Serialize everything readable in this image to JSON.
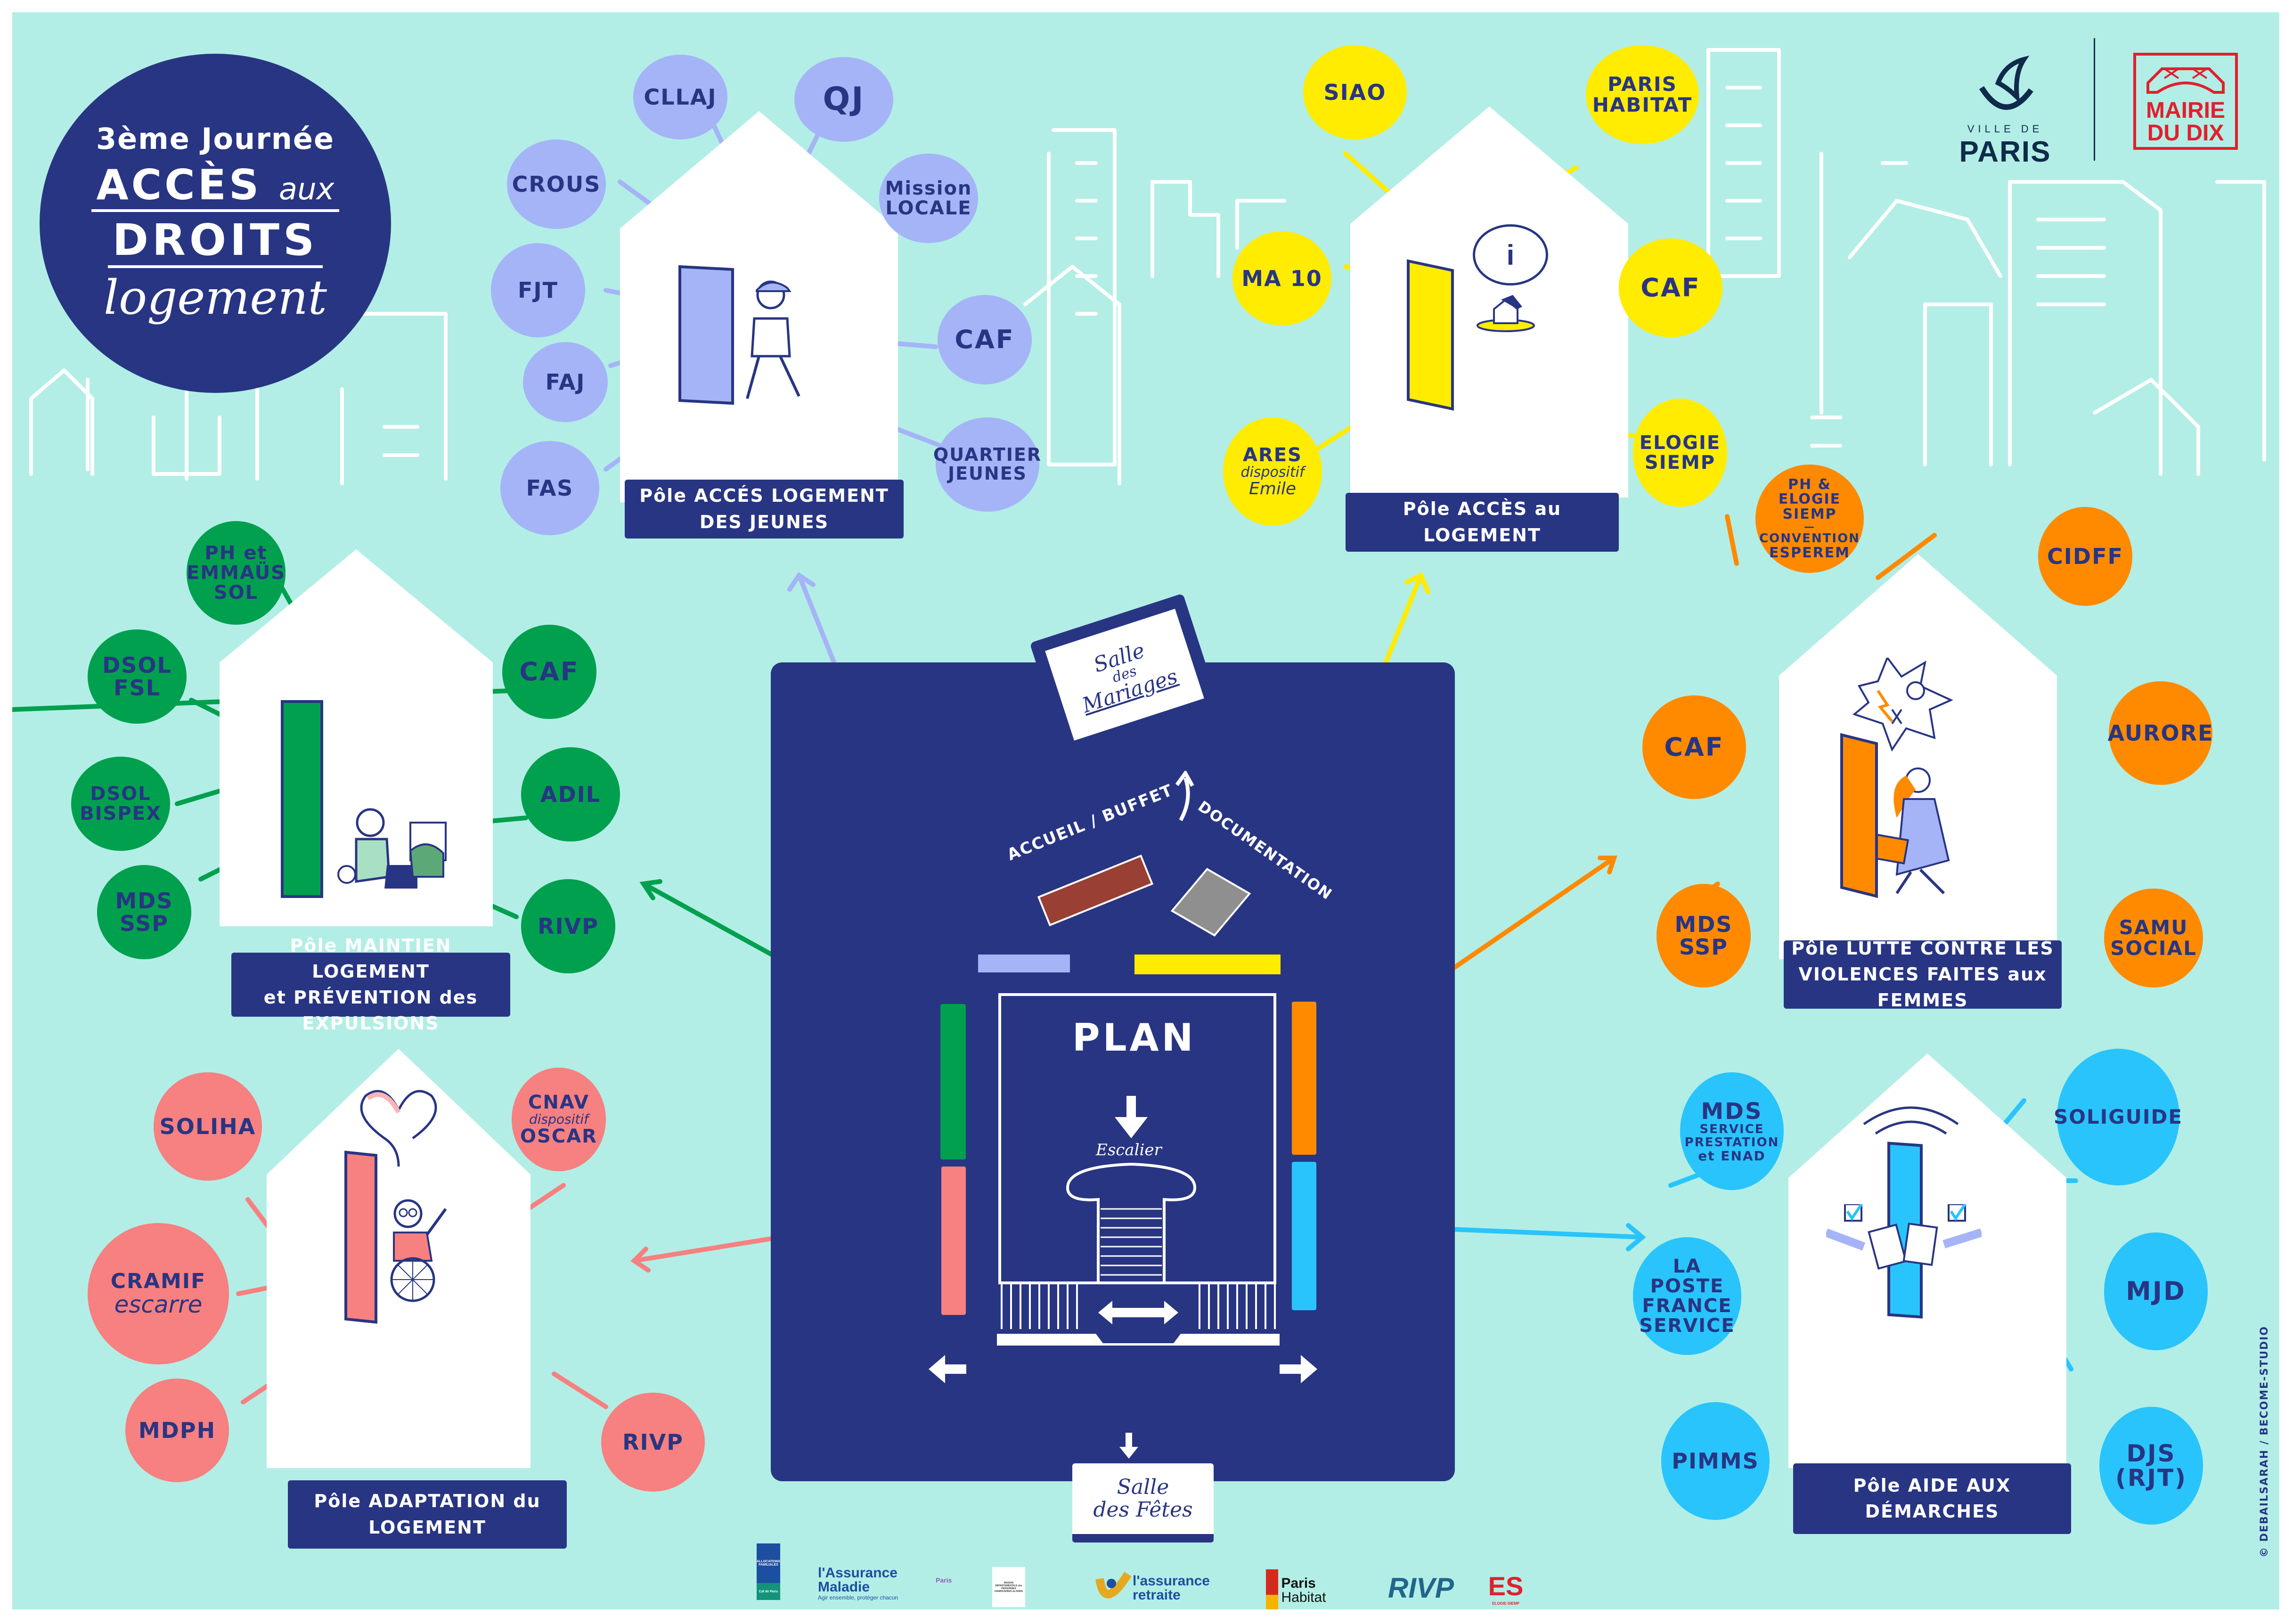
{
  "title": {
    "line1": "3ème Journée",
    "line2_main": "ACCÈS",
    "line2_small": "aux",
    "line3": "DROITS",
    "line4": "logement"
  },
  "header_logos": {
    "ville_de_paris_small": "VILLE DE",
    "ville_de_paris_big": "PARIS",
    "mairie_line1": "MAIRIE",
    "mairie_line2": "DU DIX"
  },
  "colors": {
    "background": "#b2eee6",
    "navy": "#283583",
    "jeunes": "#a5b4f7",
    "acces": "#ffec00",
    "maintien": "#00a04f",
    "adaptation": "#f78080",
    "violences": "#ff8a00",
    "demarches": "#29c4fb"
  },
  "poles": [
    {
      "id": "jeunes",
      "label_line1": "Pôle ACCÉS LOGEMENT",
      "label_line2": "DES JEUNES",
      "partners": [
        "CLLAJ",
        "QJ",
        "CROUS",
        "Mission LOCALE",
        "FJT",
        "CAF",
        "FAJ",
        "QUARTIER JEUNES",
        "FAS"
      ]
    },
    {
      "id": "acces",
      "label_line1": "Pôle ACCÈS au LOGEMENT",
      "label_line2": "",
      "partners": [
        "SIAO",
        "PARIS HABITAT",
        "MA 10",
        "CAF",
        "ARES dispositif Emile",
        "ELOGIE SIEMP"
      ]
    },
    {
      "id": "maintien",
      "label_line1": "Pôle MAINTIEN LOGEMENT",
      "label_line2": "et PRÉVENTION des EXPULSIONS",
      "partners": [
        "PH et EMMAÜS SOL",
        "DSOL FSL",
        "CAF",
        "DSOL BISPEX",
        "ADIL",
        "MDS SSP",
        "RIVP"
      ]
    },
    {
      "id": "adaptation",
      "label_line1": "Pôle ADAPTATION du",
      "label_line2": "LOGEMENT",
      "partners": [
        "SOLIHA",
        "CNAV dispositif OSCAR",
        "CRAMIF escarre",
        "MDPH",
        "RIVP"
      ]
    },
    {
      "id": "violences",
      "label_line1": "Pôle LUTTE CONTRE LES",
      "label_line2": "VIOLENCES FAITES aux FEMMES",
      "partners": [
        "PH & ELOGIE SIEMP — CONVENTION ESPEREM",
        "CIDFF",
        "CAF",
        "AURORE",
        "MDS SSP",
        "SAMU SOCIAL"
      ]
    },
    {
      "id": "demarches",
      "label_line1": "Pôle AIDE AUX DÉMARCHES",
      "label_line2": "",
      "partners": [
        "MDS SERVICE PRESTATION et ENAD",
        "SOLIGUIDE",
        "LA POSTE FRANCE SERVICE",
        "MJD",
        "PIMMS",
        "DJS (RJT)"
      ]
    }
  ],
  "bubbles": {
    "cllaj": "CLLAJ",
    "qj": "QJ",
    "crous": "CROUS",
    "mission_l1": "Mission",
    "mission_l2": "LOCALE",
    "fjt": "FJT",
    "caf": "CAF",
    "faj": "FAJ",
    "quartier_l1": "QUARTIER",
    "quartier_l2": "JEUNES",
    "fas": "FAS",
    "siao": "SIAO",
    "ph_l1": "PARIS",
    "ph_l2": "HABITAT",
    "ma10": "MA 10",
    "ares_l1": "ARES",
    "ares_l2": "dispositif",
    "ares_l3": "Emile",
    "elogie_l1": "ELOGIE",
    "elogie_l2": "SIEMP",
    "phe_l1": "PH et",
    "phe_l2": "EMMAÜS",
    "phe_l3": "SOL",
    "dsolfsl_l1": "DSOL",
    "dsolfsl_l2": "FSL",
    "adil": "ADIL",
    "dsolb_l1": "DSOL",
    "dsolb_l2": "BISPEX",
    "mds_l1": "MDS",
    "mds_l2": "SSP",
    "rivp": "RIVP",
    "soliha": "SOLIHA",
    "cnav_l1": "CNAV",
    "cnav_l2": "dispositif",
    "cnav_l3": "OSCAR",
    "cramif_l1": "CRAMIF",
    "cramif_l2": "escarre",
    "mdph": "MDPH",
    "esp_l1": "PH & ELOGIE",
    "esp_l2": "SIEMP",
    "esp_l3": "—",
    "esp_l4": "CONVENTION",
    "esp_l5": "ESPEREM",
    "cidff": "CIDFF",
    "aurore": "AURORE",
    "samu_l1": "SAMU",
    "samu_l2": "SOCIAL",
    "mdsenad_l1": "MDS",
    "mdsenad_l2": "SERVICE",
    "mdsenad_l3": "PRESTATION",
    "mdsenad_l4": "et ENAD",
    "soliguide": "SOLIGUIDE",
    "poste_l1": "LA POSTE",
    "poste_l2": "FRANCE",
    "poste_l3": "SERVICE",
    "mjd": "MJD",
    "pimms": "PIMMS",
    "djs_l1": "DJS",
    "djs_l2": "(RJT)"
  },
  "plan": {
    "title": "PLAN",
    "escalier": "Escalier",
    "accueil": "ACCUEIL / BUFFET",
    "documentation": "DOCUMENTATION",
    "salle_mariages_l1": "Salle",
    "salle_mariages_l2": "des",
    "salle_mariages_l3": "Mariages",
    "salle_fetes_l1": "Salle",
    "salle_fetes_l2": "des Fêtes"
  },
  "footer_logos": [
    "ALLOCATIONS FAMILIALES Caf de Paris",
    "l'Assurance Maladie — Agir ensemble, protéger chacun — Paris",
    "MDPH Paris",
    "l'assurance retraite",
    "Paris Habitat",
    "RIVP",
    "ELOGIE-SIEMP"
  ],
  "footer_logo_text": {
    "caf_top": "ALLOCATIONS FAMILIALES",
    "caf_bottom": "Caf de Paris",
    "am_l1": "l'Assurance",
    "am_l2": "Maladie",
    "am_tag": "Agir ensemble, protéger chacun",
    "am_city": "Paris",
    "mdph": "MAISON DÉPARTEMENTALE des PERSONNES HANDICAPÉES de PARIS",
    "ar_l1": "l'assurance",
    "ar_l2": "retraite",
    "ph_l1": "Paris",
    "ph_l2": "Habitat",
    "rivp": "RIVP",
    "es": "ES",
    "es_sub": "ELOGIE-SIEMP"
  },
  "credit": "© DEBAILSARAH / BECOME-STUDIO"
}
